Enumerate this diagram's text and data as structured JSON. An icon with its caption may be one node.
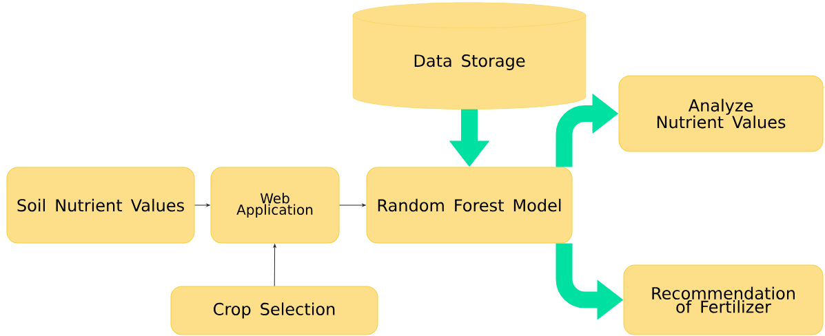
{
  "diagram": {
    "nodes": [
      {
        "text": [
          "Data Storage"
        ]
      },
      {
        "text": [
          "Soil Nutrient Values"
        ]
      },
      {
        "text": [
          "Web Application"
        ]
      },
      {
        "text": [
          "Random Forest Model"
        ]
      },
      {
        "text": [
          "Analyze Nutrient Values"
        ]
      },
      {
        "text": [
          "Crop Selection"
        ]
      },
      {
        "text": [
          "Recommendation of Fertilizer"
        ]
      }
    ],
    "edges": [
      {
        "from": 1,
        "to": 2,
        "arrow": "to"
      },
      {
        "from": 2,
        "to": 3,
        "arrow": "to"
      },
      {
        "from": 5,
        "to": 2,
        "arrow": "to"
      },
      {
        "from": 0,
        "to": 3,
        "arrow": "to",
        "style": "thick",
        "color": "#00e0a0"
      },
      {
        "from": 3,
        "to": 4,
        "arrow": "to",
        "style": "thick",
        "color": "#00e0a0"
      },
      {
        "from": 3,
        "to": 6,
        "arrow": "to",
        "style": "thick",
        "color": "#00e0a0"
      }
    ]
  }
}
